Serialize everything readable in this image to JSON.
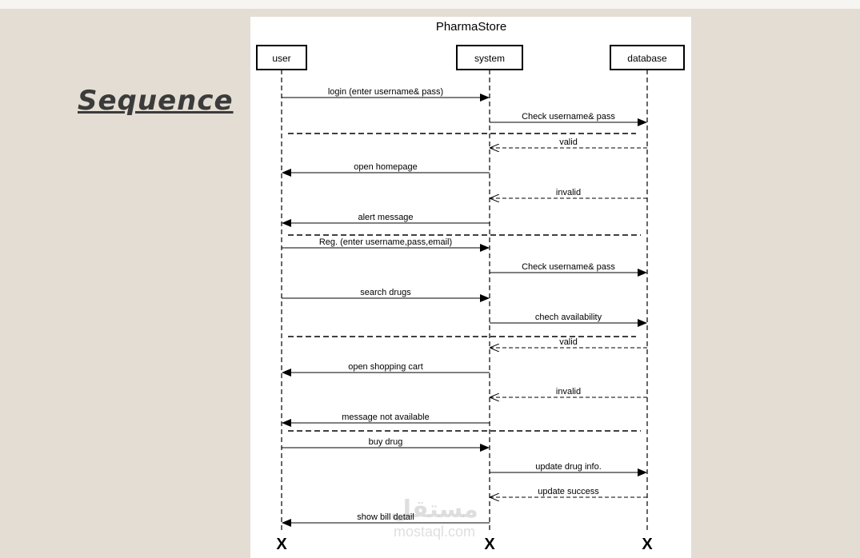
{
  "slide": {
    "title": "Sequence"
  },
  "diagram": {
    "title": "PharmaStore",
    "lifelines": [
      {
        "id": "user",
        "label": "user"
      },
      {
        "id": "system",
        "label": "system"
      },
      {
        "id": "database",
        "label": "database"
      }
    ],
    "messages": [
      {
        "from": "user",
        "to": "system",
        "label": "login (enter username& pass)",
        "type": "sync"
      },
      {
        "from": "system",
        "to": "database",
        "label": "Check username& pass",
        "type": "sync"
      },
      {
        "from": "database",
        "to": "system",
        "label": "valid",
        "type": "return"
      },
      {
        "from": "system",
        "to": "user",
        "label": "open homepage",
        "type": "sync"
      },
      {
        "from": "database",
        "to": "system",
        "label": "invalid",
        "type": "return"
      },
      {
        "from": "system",
        "to": "user",
        "label": "alert message",
        "type": "sync"
      },
      {
        "from": "user",
        "to": "system",
        "label": "Reg. (enter username,pass,email)",
        "type": "sync"
      },
      {
        "from": "system",
        "to": "database",
        "label": "Check username& pass",
        "type": "sync"
      },
      {
        "from": "user",
        "to": "system",
        "label": "search drugs",
        "type": "sync"
      },
      {
        "from": "system",
        "to": "database",
        "label": "chech availability",
        "type": "sync"
      },
      {
        "from": "database",
        "to": "system",
        "label": "valid",
        "type": "return"
      },
      {
        "from": "system",
        "to": "user",
        "label": "open shopping cart",
        "type": "sync"
      },
      {
        "from": "database",
        "to": "system",
        "label": "invalid",
        "type": "return"
      },
      {
        "from": "system",
        "to": "user",
        "label": "message not available",
        "type": "sync"
      },
      {
        "from": "user",
        "to": "system",
        "label": "buy drug",
        "type": "sync"
      },
      {
        "from": "system",
        "to": "database",
        "label": "update drug info.",
        "type": "sync"
      },
      {
        "from": "database",
        "to": "system",
        "label": "update success",
        "type": "return"
      },
      {
        "from": "system",
        "to": "user",
        "label": "show bill detail",
        "type": "sync"
      }
    ],
    "destroy_marker": "X"
  },
  "watermark": {
    "arabic": "مستقل",
    "latin": "mostaql.com"
  }
}
